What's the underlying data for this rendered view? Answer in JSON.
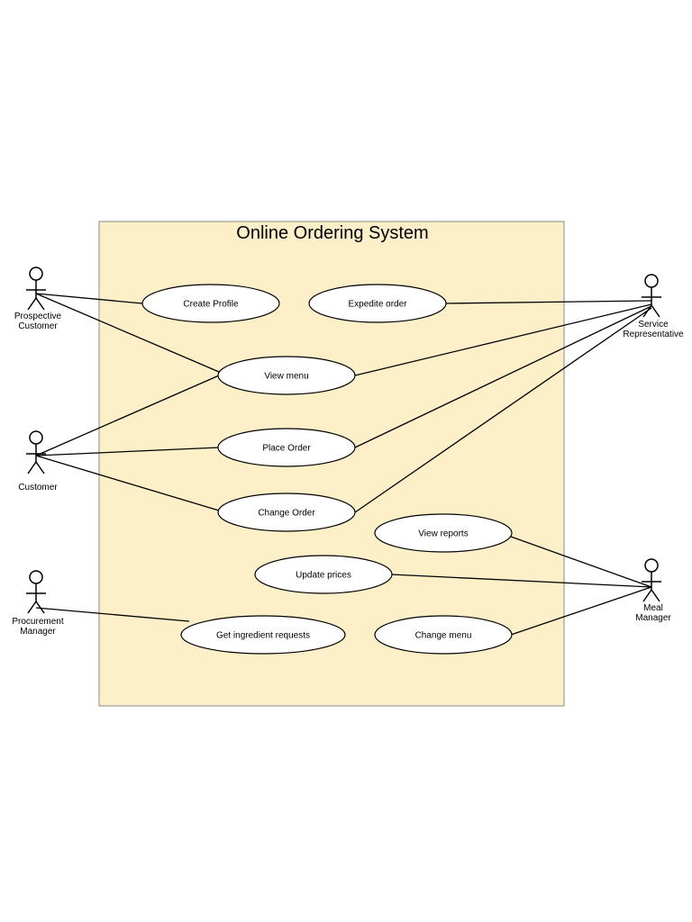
{
  "system": {
    "title": "Online Ordering System",
    "fill_color": "#fdefc8",
    "border_color": "#8a8a8a"
  },
  "actors": [
    {
      "id": "prospective",
      "label_lines": [
        "Prospective",
        "Customer"
      ]
    },
    {
      "id": "customer",
      "label_lines": [
        "Customer"
      ]
    },
    {
      "id": "procurement",
      "label_lines": [
        "Procurement",
        "Manager"
      ]
    },
    {
      "id": "service",
      "label_lines": [
        "Service",
        "Representative"
      ]
    },
    {
      "id": "meal",
      "label_lines": [
        "Meal",
        "Manager"
      ]
    }
  ],
  "use_cases": [
    {
      "id": "create_profile",
      "label": "Create Profile"
    },
    {
      "id": "expedite_order",
      "label": "Expedite order"
    },
    {
      "id": "view_menu",
      "label": "View menu"
    },
    {
      "id": "place_order",
      "label": "Place Order"
    },
    {
      "id": "change_order",
      "label": "Change Order"
    },
    {
      "id": "view_reports",
      "label": "View reports"
    },
    {
      "id": "update_prices",
      "label": "Update prices"
    },
    {
      "id": "get_ingredients",
      "label": "Get ingredient requests"
    },
    {
      "id": "change_menu",
      "label": "Change menu"
    }
  ],
  "associations": [
    [
      "prospective",
      "create_profile"
    ],
    [
      "prospective",
      "view_menu"
    ],
    [
      "customer",
      "view_menu"
    ],
    [
      "customer",
      "place_order"
    ],
    [
      "customer",
      "change_order"
    ],
    [
      "service",
      "expedite_order"
    ],
    [
      "service",
      "view_menu"
    ],
    [
      "service",
      "place_order"
    ],
    [
      "service",
      "change_order"
    ],
    [
      "meal",
      "view_reports"
    ],
    [
      "meal",
      "update_prices"
    ],
    [
      "meal",
      "change_menu"
    ],
    [
      "procurement",
      "get_ingredients"
    ]
  ]
}
